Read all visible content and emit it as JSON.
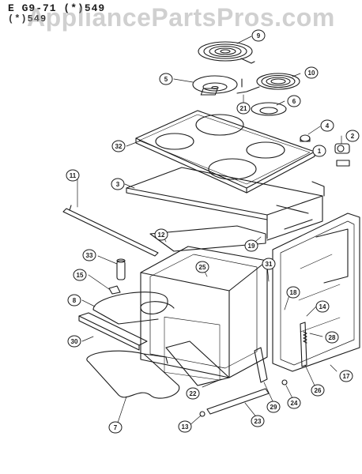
{
  "header": {
    "line1": "E  G9-71  (*)549",
    "line2": "(*)549"
  },
  "watermark": "AppliancePartsPros.com",
  "parts": [
    {
      "num": "9"
    },
    {
      "num": "5"
    },
    {
      "num": "10"
    },
    {
      "num": "21"
    },
    {
      "num": "6"
    },
    {
      "num": "4"
    },
    {
      "num": "2"
    },
    {
      "num": "32"
    },
    {
      "num": "1"
    },
    {
      "num": "11"
    },
    {
      "num": "3"
    },
    {
      "num": "12"
    },
    {
      "num": "19"
    },
    {
      "num": "33"
    },
    {
      "num": "25"
    },
    {
      "num": "31"
    },
    {
      "num": "15"
    },
    {
      "num": "18"
    },
    {
      "num": "8"
    },
    {
      "num": "14"
    },
    {
      "num": "28"
    },
    {
      "num": "30"
    },
    {
      "num": "17"
    },
    {
      "num": "22"
    },
    {
      "num": "26"
    },
    {
      "num": "29"
    },
    {
      "num": "24"
    },
    {
      "num": "7"
    },
    {
      "num": "23"
    },
    {
      "num": "13"
    }
  ],
  "colors": {
    "ink": "#1a1a1a",
    "paper": "#ffffff",
    "watermark": "#969696"
  }
}
